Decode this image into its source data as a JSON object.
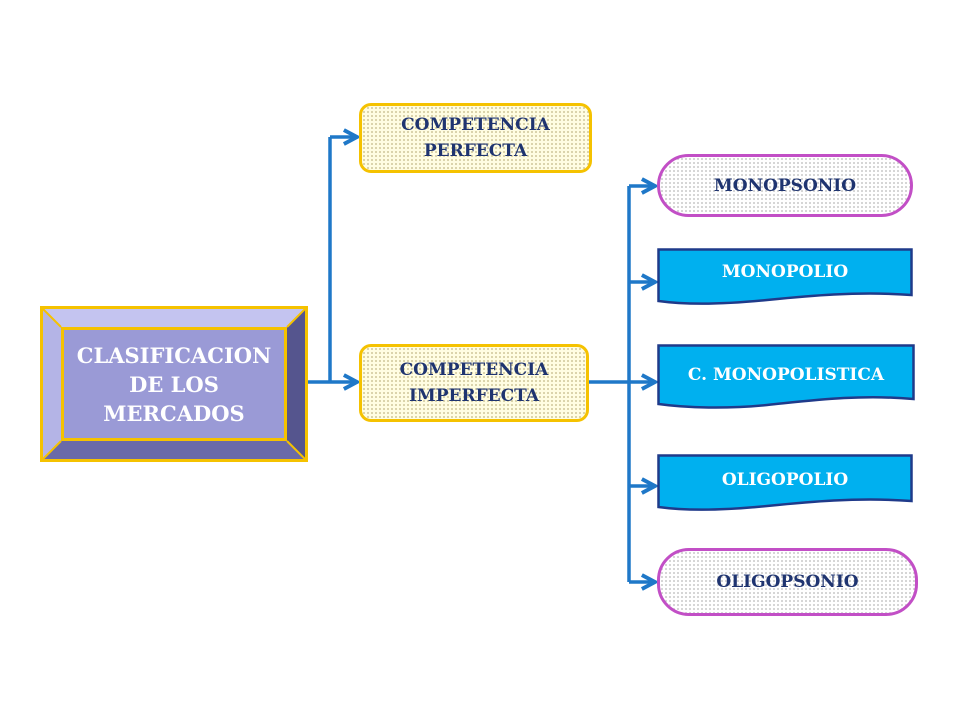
{
  "diagram": {
    "root": {
      "label": "CLASIFICACION\nDE LOS\nMERCADOS"
    },
    "branches": [
      {
        "id": "perfecta",
        "label": "COMPETENCIA\nPERFECTA"
      },
      {
        "id": "imperfecta",
        "label": "COMPETENCIA\nIMPERFECTA"
      }
    ],
    "leaves": [
      {
        "id": "monopsonio",
        "label": "MONOPSONIO",
        "shape": "pill"
      },
      {
        "id": "monopolio",
        "label": "MONOPOLIO",
        "shape": "banner"
      },
      {
        "id": "c-monopolistica",
        "label": "C. MONOPOLISTICA",
        "shape": "banner"
      },
      {
        "id": "oligopolio",
        "label": "OLIGOPOLIO",
        "shape": "banner"
      },
      {
        "id": "oligopsonio",
        "label": "OLIGOPSONIO",
        "shape": "pill"
      }
    ],
    "colors": {
      "connector": "#1f78c8",
      "root_fill": "#9a9ad6",
      "root_border": "#f5c200",
      "branch_border": "#f5c200",
      "branch_fill": "#fffde2",
      "pill_border": "#c24fc6",
      "banner_fill": "#00b0ef",
      "banner_border": "#1f3a8a",
      "dark_text": "#1f3470"
    }
  }
}
